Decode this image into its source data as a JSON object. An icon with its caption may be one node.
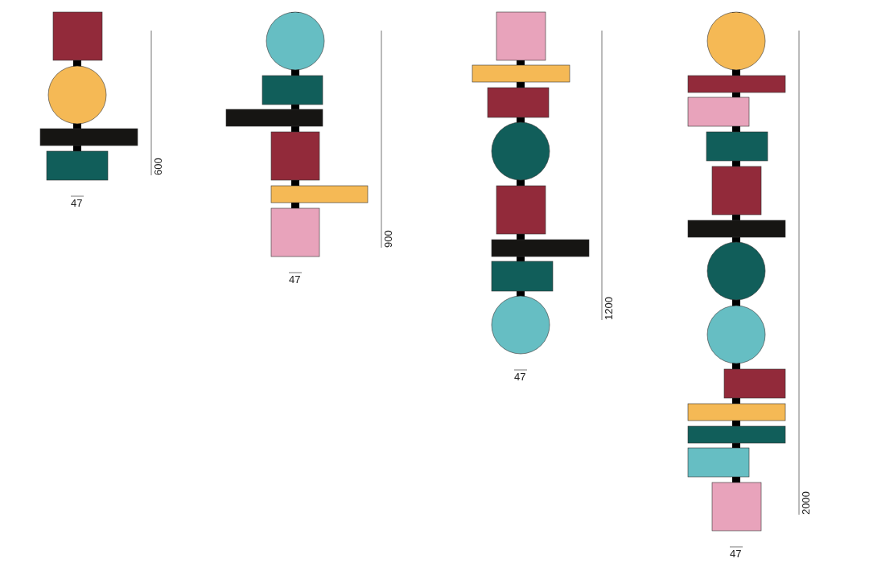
{
  "diagram": {
    "labels": [
      "600",
      "47",
      "900",
      "47",
      "1200",
      "47",
      "2000",
      "47"
    ]
  }
}
